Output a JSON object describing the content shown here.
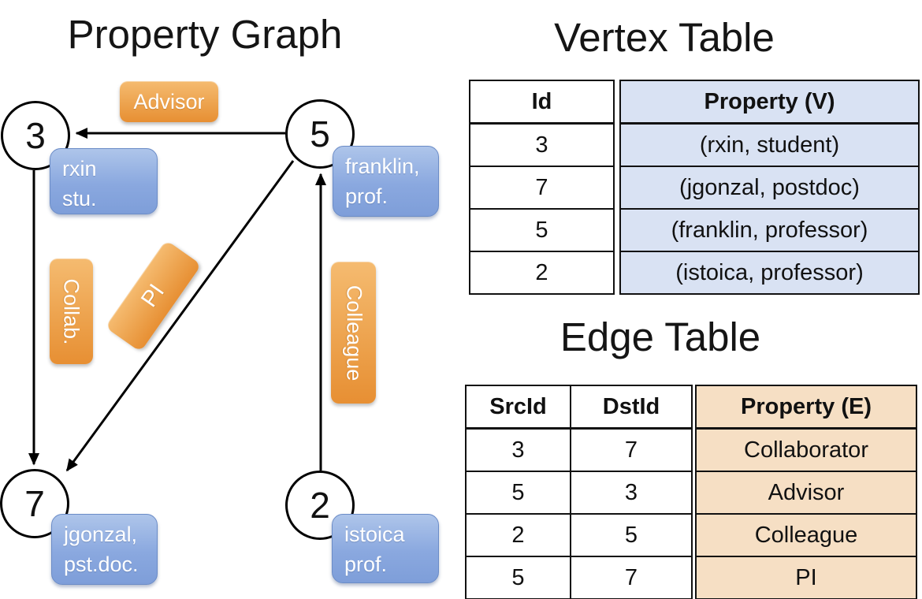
{
  "graph": {
    "title": "Property Graph",
    "nodes": [
      {
        "id": "3",
        "property_lines": [
          "rxin",
          "stu."
        ]
      },
      {
        "id": "5",
        "property_lines": [
          "franklin,",
          "prof."
        ]
      },
      {
        "id": "7",
        "property_lines": [
          "jgonzal,",
          "pst.doc."
        ]
      },
      {
        "id": "2",
        "property_lines": [
          "istoica",
          "prof."
        ]
      }
    ],
    "edges": [
      {
        "from": "5",
        "to": "3",
        "label": "Advisor"
      },
      {
        "from": "3",
        "to": "7",
        "label": "Collab."
      },
      {
        "from": "5",
        "to": "7",
        "label": "PI"
      },
      {
        "from": "2",
        "to": "5",
        "label": "Colleague"
      }
    ]
  },
  "vertex_table": {
    "title": "Vertex Table",
    "columns": [
      "Id",
      "Property (V)"
    ],
    "rows": [
      [
        "3",
        "(rxin, student)"
      ],
      [
        "7",
        "(jgonzal, postdoc)"
      ],
      [
        "5",
        "(franklin, professor)"
      ],
      [
        "2",
        "(istoica, professor)"
      ]
    ]
  },
  "edge_table": {
    "title": "Edge Table",
    "columns": [
      "SrcId",
      "DstId",
      "Property (E)"
    ],
    "rows": [
      [
        "3",
        "7",
        "Collaborator"
      ],
      [
        "5",
        "3",
        "Advisor"
      ],
      [
        "2",
        "5",
        "Colleague"
      ],
      [
        "5",
        "7",
        "PI"
      ]
    ]
  },
  "colors": {
    "edge_label_orange": "#eca04a",
    "vertex_box_blue": "#84a3dc",
    "vertex_table_fill": "#d9e2f3",
    "edge_table_fill": "#f6dfc4",
    "line_black": "#000000"
  }
}
